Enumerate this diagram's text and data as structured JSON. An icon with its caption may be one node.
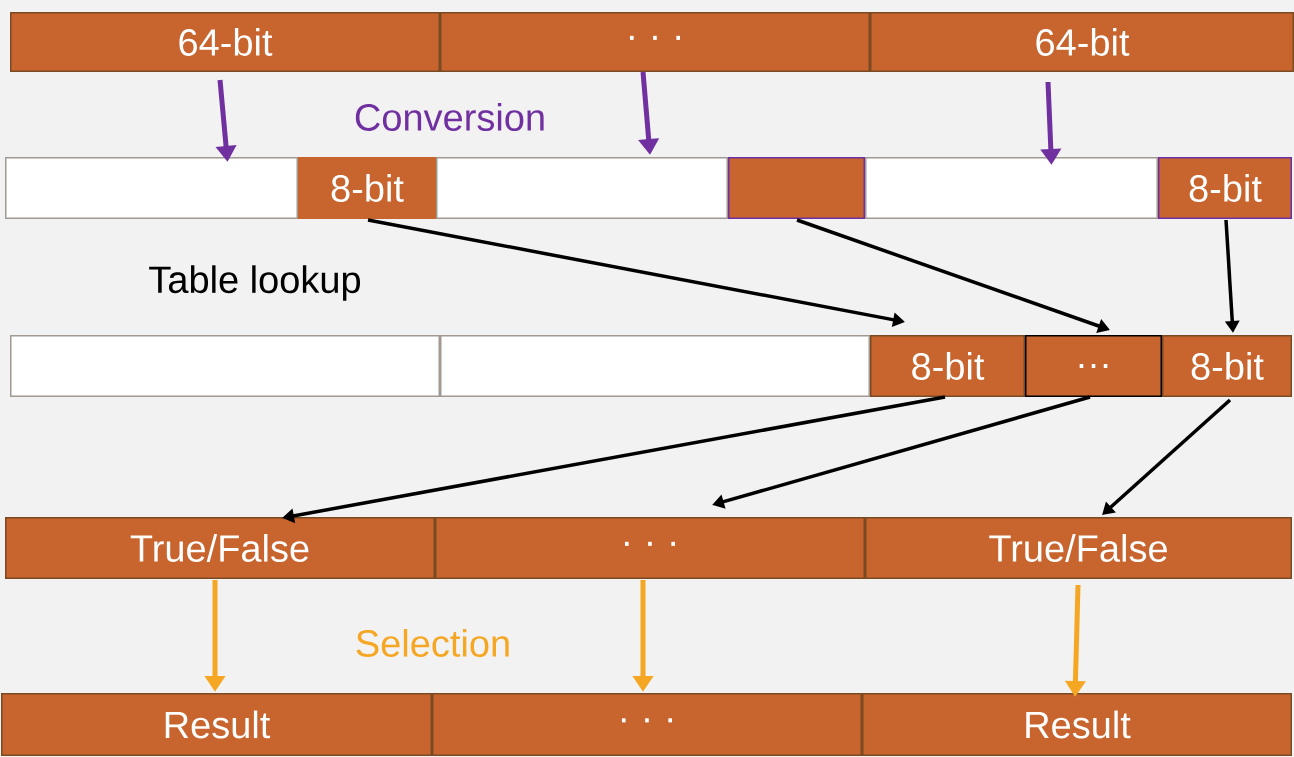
{
  "diagram": {
    "nodes": [
      {
        "text": [
          "64-bit"
        ]
      },
      {
        "text": [
          "· · ·"
        ]
      },
      {
        "text": [
          "64-bit"
        ]
      },
      {
        "text": [],
        "shape": "box"
      },
      {
        "text": [
          "8-bit"
        ]
      },
      {
        "text": [],
        "shape": "box"
      },
      {
        "text": [],
        "shape": "box"
      },
      {
        "text": [],
        "shape": "box"
      },
      {
        "text": [
          "8-bit"
        ]
      },
      {
        "text": [],
        "shape": "box"
      },
      {
        "text": [],
        "shape": "box"
      },
      {
        "text": [
          "8-bit"
        ]
      },
      {
        "text": [
          "…"
        ]
      },
      {
        "text": [
          "8-bit"
        ]
      },
      {
        "text": [
          "True/False"
        ]
      },
      {
        "text": [
          "· · ·"
        ]
      },
      {
        "text": [
          "True/False"
        ]
      },
      {
        "text": [
          "Result"
        ]
      },
      {
        "text": [
          "· · ·"
        ]
      },
      {
        "text": [
          "Result"
        ]
      }
    ],
    "edges": [
      {
        "from": 0,
        "to": 3,
        "arrow": "to",
        "color": "#7030a0"
      },
      {
        "from": 1,
        "to": 5,
        "arrow": "to",
        "color": "#7030a0"
      },
      {
        "from": 2,
        "to": 7,
        "arrow": "to",
        "color": "#7030a0"
      },
      {
        "from": 4,
        "to": 11,
        "arrow": "to"
      },
      {
        "from": 6,
        "to": 12,
        "arrow": "to"
      },
      {
        "from": 8,
        "to": 13,
        "arrow": "to"
      },
      {
        "from": 11,
        "to": 14,
        "arrow": "to"
      },
      {
        "from": 12,
        "to": 15,
        "arrow": "to"
      },
      {
        "from": 13,
        "to": 16,
        "arrow": "to"
      },
      {
        "from": 14,
        "to": 17,
        "arrow": "to",
        "color": "#f5a623"
      },
      {
        "from": 15,
        "to": 18,
        "arrow": "to",
        "color": "#f5a623"
      },
      {
        "from": 16,
        "to": 19,
        "arrow": "to",
        "color": "#f5a623"
      }
    ],
    "labels": [
      "Conversion",
      "Table lookup",
      "Selection"
    ]
  }
}
